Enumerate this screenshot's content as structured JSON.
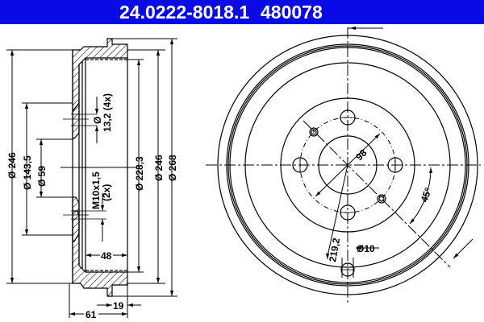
{
  "header": {
    "part_number": "24.0222-8018.1",
    "ref_number": "480078",
    "background_color": "#0a0ae6",
    "text_color": "#ffffff"
  },
  "side_view": {
    "dimensions": {
      "d246_left": "Ø 246",
      "d143_5": "Ø 143,5",
      "d59": "Ø 59",
      "hole_13_2": "Ø",
      "hole_13_2_value": "13,2 (4x)",
      "thread": "M10x1,5",
      "thread_count": "(2x)",
      "d228_3": "Ø 228,3",
      "d246_right": "Ø 246",
      "d268": "Ø 268",
      "depth_48": "48",
      "width_61": "61",
      "width_19": "19"
    }
  },
  "front_view": {
    "dimensions": {
      "pcd_98": "98",
      "angle_45": "45°",
      "d219_2": "219,2",
      "hole_10": "Ø10"
    }
  }
}
